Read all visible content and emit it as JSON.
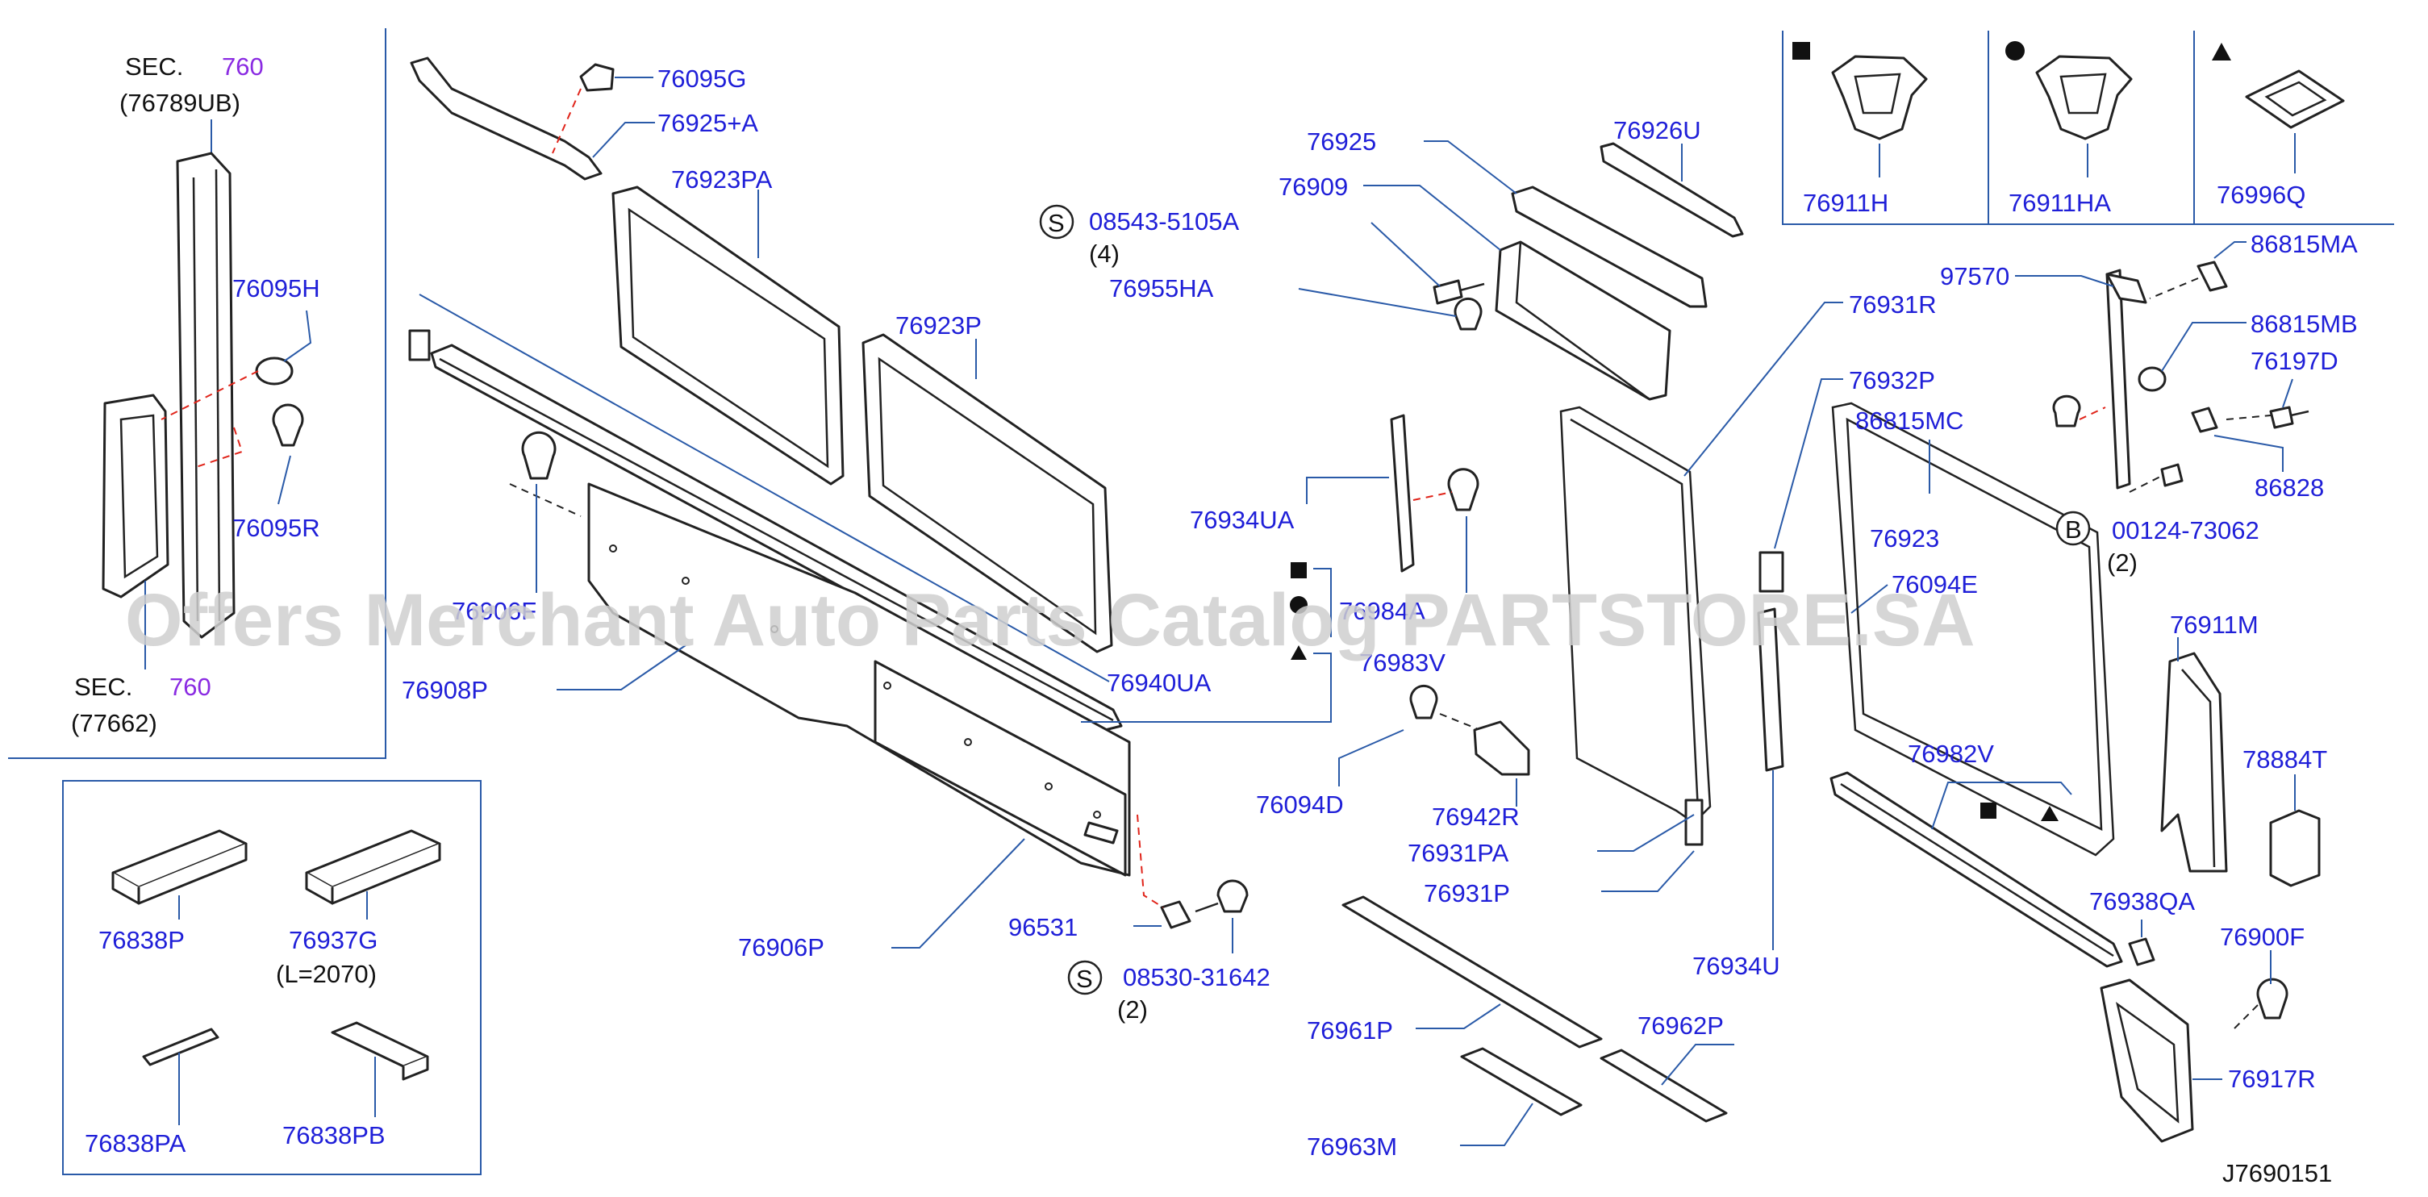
{
  "diagram_id": "J7690151",
  "watermark": "Offers Merchant Auto Parts Catalog PARTSTORE.SA",
  "section_refs": [
    {
      "prefix": "SEC.",
      "number": "760",
      "code": "(76789UB)"
    },
    {
      "prefix": "SEC.",
      "number": "760",
      "code": "(77662)"
    }
  ],
  "legend_symbols": [
    {
      "symbol": "■",
      "part": "76911H"
    },
    {
      "symbol": "●",
      "part": "76911HA"
    },
    {
      "symbol": "▲",
      "part": "76996Q"
    }
  ],
  "bolt_refs": [
    {
      "symbol": "S",
      "part": "08543-5105A",
      "qty": "(4)"
    },
    {
      "symbol": "S",
      "part": "08530-31642",
      "qty": "(2)"
    },
    {
      "symbol": "B",
      "part": "00124-73062",
      "qty": "(2)"
    }
  ],
  "strip_notes": [
    {
      "part": "76937G",
      "note": "(L=2070)"
    }
  ],
  "part_labels": [
    "76095G",
    "76925+A",
    "76923PA",
    "76095H",
    "76095R",
    "76906F",
    "76908P",
    "76923P",
    "76940UA",
    "76906P",
    "96531",
    "76925",
    "76909",
    "76955HA",
    "76926U",
    "76934UA",
    "76984A",
    "76983V",
    "76094D",
    "76942R",
    "76931PA",
    "76931P",
    "76961P",
    "76962P",
    "76963M",
    "76931R",
    "76932P",
    "86815MC",
    "76923",
    "76094E",
    "76934U",
    "97570",
    "86815MA",
    "86815MB",
    "76197D",
    "86828",
    "76911M",
    "76982V",
    "78884T",
    "76938QA",
    "76900F",
    "76917R",
    "76838P",
    "76937G",
    "76838PA",
    "76838PB"
  ]
}
